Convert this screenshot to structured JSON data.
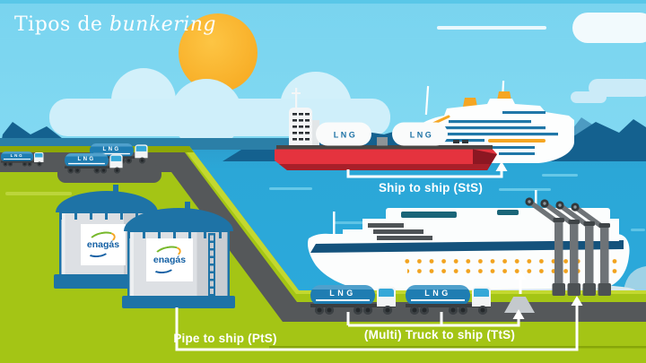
{
  "title": {
    "prefix": "Tipos de ",
    "italic": "bunkering"
  },
  "scene": {
    "lng_label": "LNG",
    "brand": "enagás",
    "methods": {
      "sts": "Ship to ship (StS)",
      "pts": "Pipe to ship (PtS)",
      "tts": "(Multi) Truck to ship (TtS)"
    }
  },
  "colors": {
    "sky": "#85DBF3",
    "sea": "#2BA7D7",
    "mountains": "#14618F",
    "land_green": "#A4C515",
    "road_gray": "#55585A",
    "ship_red": "#E5333E",
    "accent_blue": "#1E73A6",
    "accent_yellow": "#F5A623",
    "sun_orange": "#F8AF28",
    "label_white": "#FFFFFF"
  }
}
